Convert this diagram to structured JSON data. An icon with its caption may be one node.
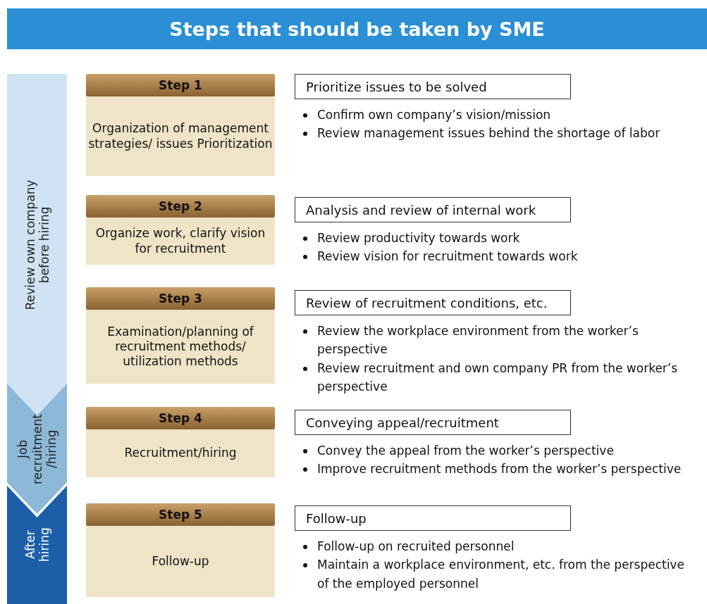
{
  "diagram": {
    "title": "Steps that should be taken by SME",
    "nodes": [
      {
        "text": [
          "Review own company before hiring"
        ]
      },
      {
        "text": [
          "Job recruitment /hiring"
        ]
      },
      {
        "text": [
          "After hiring"
        ]
      },
      {
        "text": [
          "Step 1",
          "Organization of management strategies/ issues Prioritization"
        ]
      },
      {
        "text": [
          "Step 2",
          "Organize work, clarify vision for recruitment"
        ]
      },
      {
        "text": [
          "Step 3",
          "Examination/planning of recruitment methods/ utilization methods"
        ]
      },
      {
        "text": [
          "Step 4",
          "Recruitment/hiring"
        ]
      },
      {
        "text": [
          "Step 5",
          "Follow-up"
        ]
      },
      {
        "text": [
          "Prioritize issues to be solved"
        ],
        "beside": [
          "Confirm own company’s vision/mission",
          "Review management issues behind the shortage of labor"
        ]
      },
      {
        "text": [
          "Analysis and review of internal work"
        ],
        "beside": [
          "Review productivity towards work",
          "Review vision for recruitment towards work"
        ]
      },
      {
        "text": [
          "Review of recruitment conditions, etc."
        ],
        "beside": [
          "Review the workplace environment from the worker’s perspective",
          "Review recruitment and own company PR from the worker’s perspective"
        ]
      },
      {
        "text": [
          "Conveying appeal/recruitment"
        ],
        "beside": [
          "Convey the appeal from the worker’s perspective",
          "Improve recruitment methods from the worker’s perspective"
        ]
      },
      {
        "text": [
          "Follow-up"
        ],
        "beside": [
          "Follow-up on recruited personnel",
          "Maintain a workplace environment, etc. from the perspective of the employed personnel"
        ]
      }
    ]
  }
}
